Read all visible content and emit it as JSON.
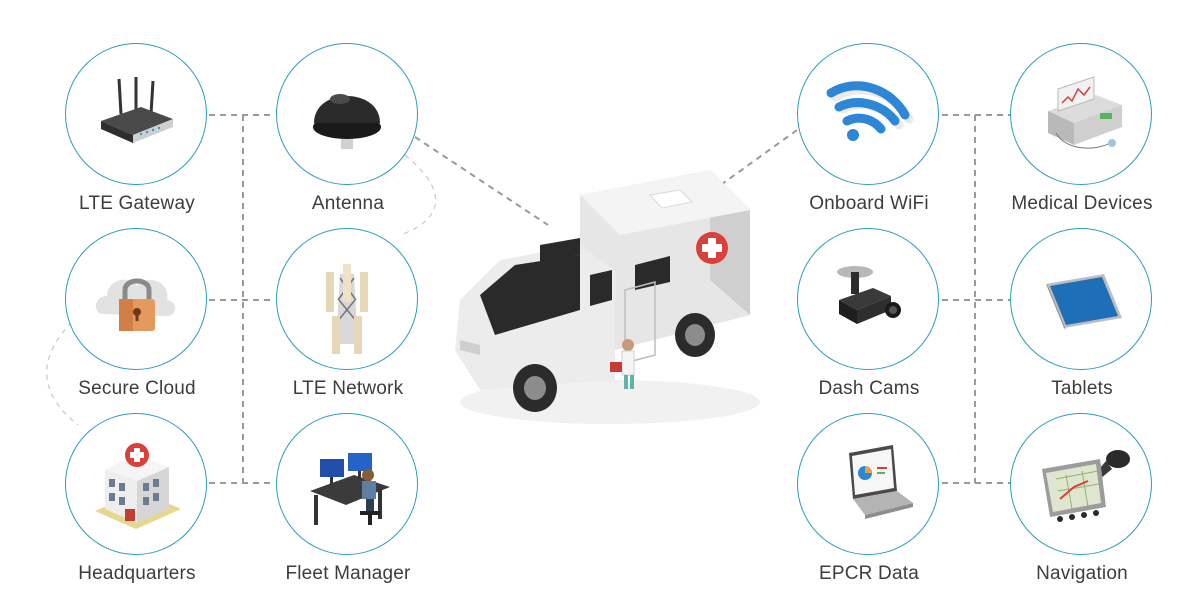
{
  "left_nodes": [
    {
      "id": "lte-gateway",
      "label": "LTE Gateway",
      "icon": "router-icon"
    },
    {
      "id": "antenna",
      "label": "Antenna",
      "icon": "dome-antenna-icon"
    },
    {
      "id": "secure-cloud",
      "label": "Secure Cloud",
      "icon": "cloud-lock-icon"
    },
    {
      "id": "lte-network",
      "label": "LTE Network",
      "icon": "cell-tower-icon"
    },
    {
      "id": "headquarters",
      "label": "Headquarters",
      "icon": "hospital-building-icon"
    },
    {
      "id": "fleet-manager",
      "label": "Fleet Manager",
      "icon": "desk-operator-icon"
    }
  ],
  "right_nodes": [
    {
      "id": "onboard-wifi",
      "label": "Onboard WiFi",
      "icon": "wifi-icon"
    },
    {
      "id": "medical-devices",
      "label": "Medical Devices",
      "icon": "medical-monitor-icon"
    },
    {
      "id": "dash-cams",
      "label": "Dash Cams",
      "icon": "dash-camera-icon"
    },
    {
      "id": "tablets",
      "label": "Tablets",
      "icon": "tablet-icon"
    },
    {
      "id": "epcr-data",
      "label": "EPCR Data",
      "icon": "laptop-icon"
    },
    {
      "id": "navigation",
      "label": "Navigation",
      "icon": "gps-navigator-icon"
    }
  ],
  "center": {
    "icon": "ambulance-icon"
  },
  "colors": {
    "circle_border": "#2b9fb3",
    "connector": "#9a9a9a",
    "label_text": "#3d3d3d",
    "accent_red": "#d9403a",
    "wifi_blue": "#2d86d6"
  }
}
